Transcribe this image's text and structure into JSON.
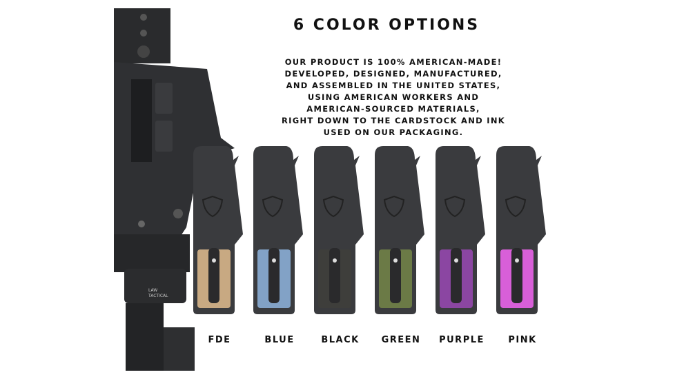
{
  "title": "6 COLOR OPTIONS",
  "description_lines": [
    "OUR PRODUCT IS 100%  AMERICAN-MADE!",
    "DEVELOPED, DESIGNED, MANUFACTURED,",
    "AND ASSEMBLED IN THE UNITED STATES,",
    "USING AMERICAN WORKERS AND",
    "AMERICAN-SOURCED MATERIALS,",
    "RIGHT DOWN TO THE CARDSTOCK AND INK",
    "USED ON OUR PACKAGING."
  ],
  "rifle_markings": [
    "LAW",
    "TACTICAL"
  ],
  "colors": [
    {
      "label": "FDE",
      "hex": "#c8a982"
    },
    {
      "label": "BLUE",
      "hex": "#82a2c6"
    },
    {
      "label": "BLACK",
      "hex": "#3e3e3b"
    },
    {
      "label": "GREEN",
      "hex": "#6b7a46"
    },
    {
      "label": "PURPLE",
      "hex": "#8b46a2"
    },
    {
      "label": "PINK",
      "hex": "#d85fd8"
    }
  ]
}
